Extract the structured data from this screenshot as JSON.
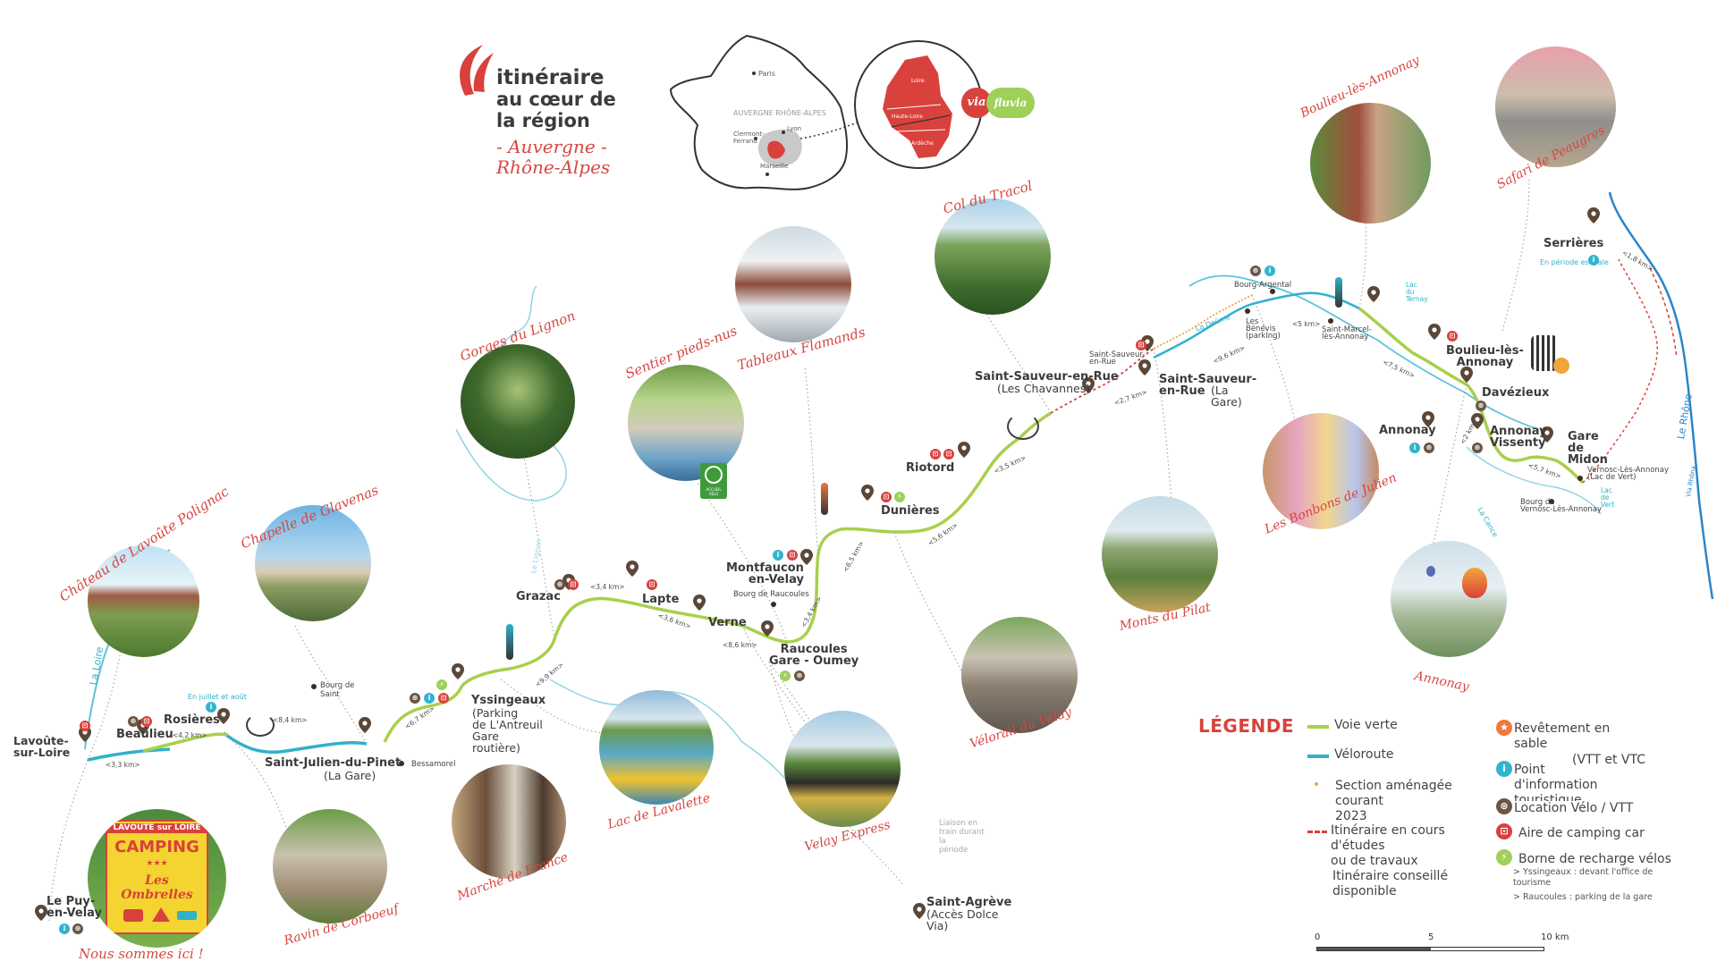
{
  "header": {
    "title_line1": "itinéraire",
    "title_line2": "au cœur de",
    "title_line3": "la région",
    "region_line1": "- Auvergne -",
    "region_line2": "Rhône-Alpes"
  },
  "inset_map": {
    "city_paris": "Paris",
    "region_label": "AUVERGNE RHÔNE-ALPES",
    "city_clermont": "Clermont-\nFerrand",
    "city_lyon": "Lyon",
    "city_marseille": "Marseille",
    "dept_loire": "Loire",
    "dept_haute_loire": "Haute-Loire",
    "dept_ardeche": "Ardèche",
    "brand_via": "via",
    "brand_fluvia": "fluvia"
  },
  "rivers": {
    "loire": "La Loire",
    "rhone": "Le Rhône",
    "lignon": "Le Lignon",
    "deume": "La Deûme",
    "cance": "La Cance",
    "lac_ternay": "Lac\ndu\nTernay",
    "lac_vert": "Lac\nde\nVert",
    "via_rhona": "Via Rhôna"
  },
  "places": {
    "lavoute": "Lavoûte-\nsur-Loire",
    "beaulieu": "Beaulieu",
    "rosieres": "Rosières",
    "rosieres_note": "En juillet et août",
    "st_julien": "Saint-Julien-du-Pinet",
    "st_julien_sub": "(La Gare)",
    "bourg_st": "Bourg de\nSaint",
    "bessamorel": "Bessamorel",
    "le_puy": "Le Puy-\nen-Velay",
    "yssingeaux": "Yssingeaux",
    "yssingeaux_sub": "(Parking\nde L'Antreuil\nGare\nroutière)",
    "grazac": "Grazac",
    "lapte": "Lapte",
    "verne": "Verne",
    "montfaucon": "Montfaucon\nen-Velay",
    "bourg_raucoules": "Bourg de Raucoules",
    "raucoules": "Raucoules\nGare - Oumey",
    "dunieres": "Dunières",
    "riotord": "Riotord",
    "st_sauveur_chav": "Saint-Sauveur-en-Rue",
    "st_sauveur_chav_sub": "(Les Chavannes)",
    "st_sauveur_gare": "Saint-Sauveur-\nen-Rue",
    "st_sauveur_gare_sub": "(La\nGare)",
    "st_sauveur_small": "Saint-Sauveur-\nen-Rue",
    "bourg_argental": "Bourg-Argental",
    "les_benevis": "Les\nBénévis\n(parking)",
    "st_marcel": "Saint-Marcel-\nlès-Annonay",
    "boulieu": "Boulieu-lès-\nAnnonay",
    "davezieux": "Davézieux",
    "annonay": "Annonay",
    "annonay_vissenty": "Annonay\nVissenty",
    "gare_midon": "Gare\nde\nMidon",
    "vernosc_lac": "Vernosc-Lès-Annonay\n(Lac de Vert)",
    "bourg_vernosc": "Bourg de\nVernosc-Lès-Annonay",
    "serrieres": "Serrières",
    "serrieres_note": "En période estivale",
    "st_agreve": "Saint-Agrève",
    "st_agreve_sub": "(Accès Dolce\nVia)",
    "liaison": "Liaison en\ntrain durant\nla\npériode"
  },
  "distances": {
    "d1": "<3,3 km>",
    "d2": "<4,2 km>",
    "d3": "<8,4 km>",
    "d4": "<6,7 km>",
    "d5": "<9,9 km>",
    "d6": "<3,4 km>",
    "d7": "<3,6 km>",
    "d8": "<8,6 km>",
    "d9": "<3,4 km>",
    "d10": "<6,5 km>",
    "d11": "<5,6 km>",
    "d12": "<3,5 km>",
    "d13": "<2,7 km>",
    "d14": "<9,6 km>",
    "d15": "<5 km>",
    "d16": "<7,5 km>",
    "d17": "<2 km>",
    "d18": "<5,7 km>",
    "d19": "<1,8 km>"
  },
  "attractions": {
    "chateau": "Château de Lavoûte Polignac",
    "chapelle": "Chapelle de Glavenas",
    "gorges": "Gorges du Lignon",
    "sentier": "Sentier pieds-nus",
    "tableaux": "Tableaux Flamands",
    "col": "Col du Tracol",
    "boulieu_attr": "Boulieu-lès-Annonay",
    "safari": "Safari de Peaugres",
    "bonbons": "Les Bonbons de Julien",
    "monts": "Monts du Pilat",
    "annonay_attr": "Annonay",
    "velorail": "Vélorail du Velay",
    "velay_express": "Velay Express",
    "lac_lavalette": "Lac de Lavalette",
    "marche": "Marché de France",
    "ravin": "Ravin de Corboeuf",
    "camping_sign_top": "LAVOUTE sur LOIRE",
    "camping_sign": "CAMPING",
    "camping_stars": "★★★",
    "camping_name": "Les Ombrelles",
    "nous_sommes": "Nous sommes ici !",
    "accueil_velo": "ACCUEIL VÉLO"
  },
  "legend": {
    "title": "LÉGENDE",
    "voie_verte": "Voie verte",
    "veloroute": "Véloroute",
    "section": "Section aménagée\ncourant\n2023",
    "itineraire_etudes": "Itinéraire en cours\nd'études\nou de travaux",
    "itineraire_conseille": "Itinéraire conseillé\ndisponible",
    "revetement": "Revêtement en\nsable",
    "vtt_vtc": "(VTT et VTC",
    "point_info": "Point\nd'information\ntouristique",
    "location": "Location Vélo / VTT",
    "aire": "Aire de camping car",
    "borne": "Borne de recharge vélos",
    "borne_note1": "> Yssingeaux : devant l'office de\ntourisme",
    "borne_note2": "> Raucoules : parking de la gare"
  },
  "scale": {
    "s0": "0",
    "s5": "5",
    "s10": "10 km"
  },
  "colors": {
    "voie_verte": "#a9cf4c",
    "veloroute": "#2fb1c9",
    "accent_red": "#d9413c",
    "pin_brown": "#5b4738",
    "river_blue": "#2a86c9"
  }
}
